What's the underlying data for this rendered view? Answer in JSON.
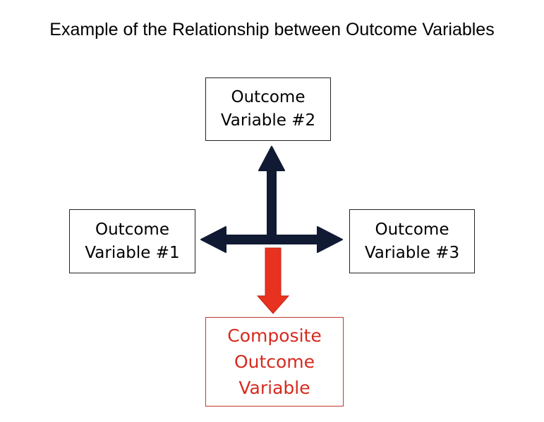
{
  "title": "Example of the Relationship between Outcome Variables",
  "nodes": {
    "outcome2": {
      "line1": "Outcome",
      "line2": "Variable #2"
    },
    "outcome1": {
      "line1": "Outcome",
      "line2": "Variable #1"
    },
    "outcome3": {
      "line1": "Outcome",
      "line2": "Variable #3"
    },
    "composite": {
      "line1": "Composite",
      "line2": "Outcome",
      "line3": "Variable"
    }
  },
  "colors": {
    "arrow_dark": "#111a33",
    "arrow_red": "#e8311f",
    "composite_text": "#d62a1e"
  }
}
